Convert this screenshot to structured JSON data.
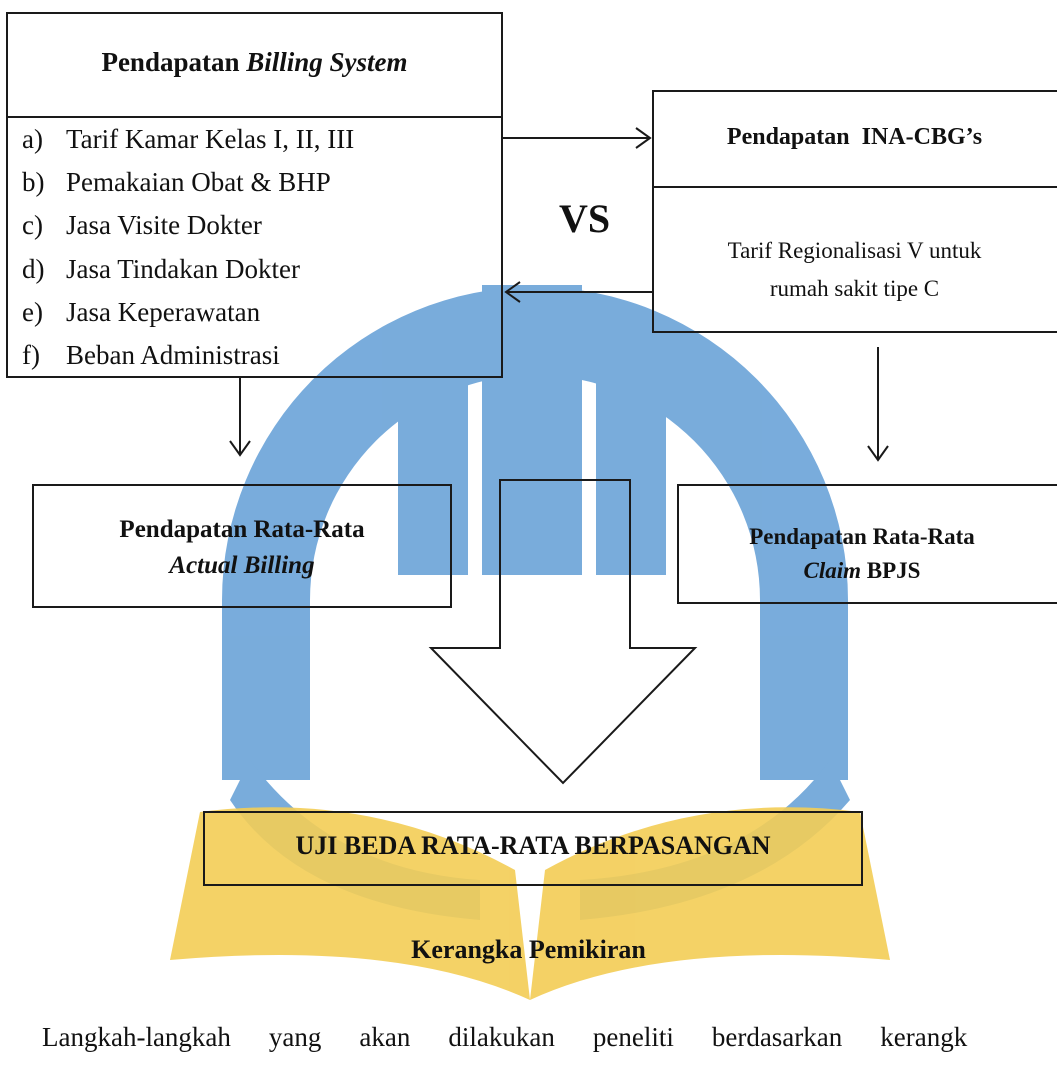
{
  "billing_box": {
    "title_regular": "Pendapatan ",
    "title_italic": "Billing System",
    "items": [
      {
        "marker": "a)",
        "text": "Tarif Kamar Kelas I, II, III"
      },
      {
        "marker": "b)",
        "text": "Pemakaian Obat & BHP"
      },
      {
        "marker": "c)",
        "text": "Jasa Visite Dokter"
      },
      {
        "marker": "d)",
        "text": "Jasa Tindakan Dokter"
      },
      {
        "marker": "e)",
        "text": "Jasa Keperawatan"
      },
      {
        "marker": "f)",
        "text": "Beban Administrasi"
      }
    ]
  },
  "vs_label": "VS",
  "ina_box": {
    "title": "Pendapatan  INA-CBG’s",
    "body_line1": "Tarif Regionalisasi V untuk",
    "body_line2": "rumah sakit tipe C"
  },
  "actual_box": {
    "line1": "Pendapatan Rata-Rata",
    "line2": "Actual Billing"
  },
  "claim_box": {
    "line1": "Pendapatan Rata-Rata",
    "line2_italic": "Claim",
    "line2_bold": " BPJS"
  },
  "test_box": {
    "label": "UJI BEDA RATA-RATA BERPASANGAN"
  },
  "caption": "Kerangka Pemikiran",
  "paragraph_words": [
    "Langkah-langkah",
    "yang",
    "akan",
    "dilakukan",
    "peneliti",
    "berdasarkan",
    "kerangk"
  ],
  "colors": {
    "watermark_blue": "#5b9bd5",
    "watermark_yellow": "#f2c94c",
    "line": "#1a1a1a"
  }
}
